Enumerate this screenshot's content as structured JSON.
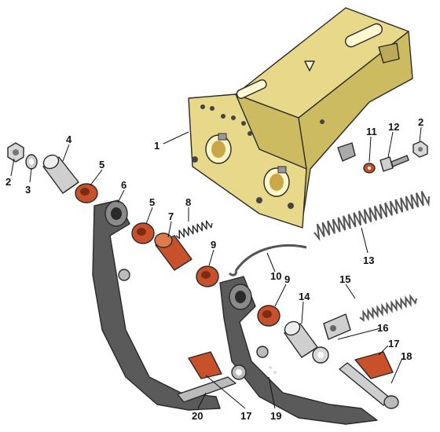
{
  "colors": {
    "bracket": "#e8d98a",
    "bracket_shade": "#cdbb62",
    "bracket_dark": "#a89340",
    "bushing": "#c8502a",
    "bushing_light": "#e07a4a",
    "pedal": "#5a5a5a",
    "pedal_light": "#8a8a8a",
    "metal": "#c9c9c9",
    "metal_dark": "#8c8c8c"
  },
  "callouts": {
    "n1": "1",
    "n2a": "2",
    "n2b": "2",
    "n3": "3",
    "n4": "4",
    "n5a": "5",
    "n5b": "5",
    "n6": "6",
    "n7": "7",
    "n8": "8",
    "n9a": "9",
    "n9b": "9",
    "n10": "10",
    "n11": "11",
    "n12": "12",
    "n13": "13",
    "n14": "14",
    "n15": "15",
    "n16": "16",
    "n17a": "17",
    "n17b": "17",
    "n18": "18",
    "n19": "19",
    "n20": "20"
  }
}
